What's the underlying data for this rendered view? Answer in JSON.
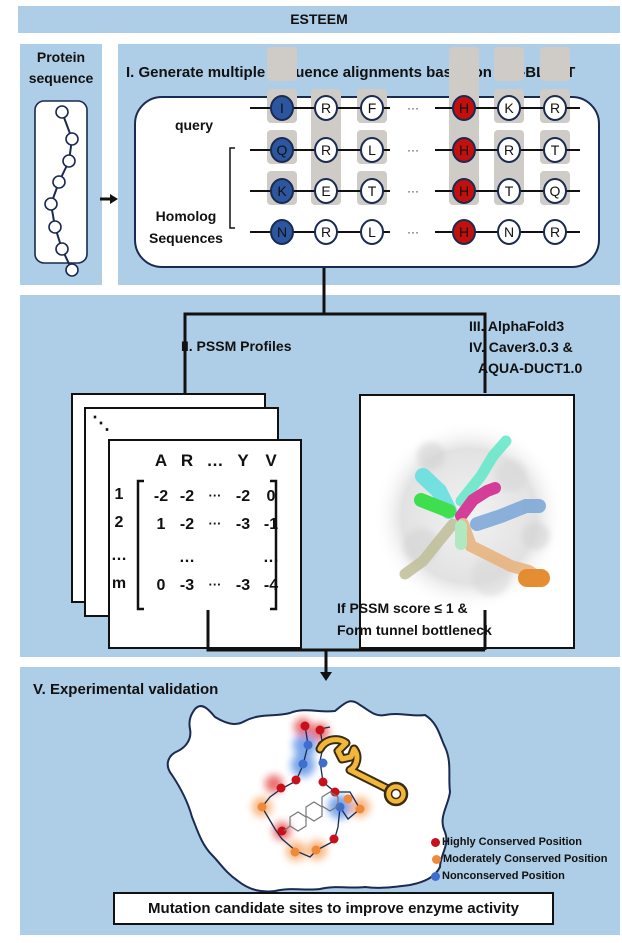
{
  "header": {
    "title": "ESTEEM"
  },
  "protein_panel": {
    "title_line1": "Protein",
    "title_line2": "sequence",
    "chain_icon": "protein-chain-icon"
  },
  "step1": {
    "title": "I. Generate multiple sequence alignments based on PSI-BLAST",
    "query_label": "query",
    "homolog_label_line1": "Homolog",
    "homolog_label_line2": "Sequences",
    "ellipsis": "···",
    "rows": [
      [
        "I",
        "R",
        "F",
        "H",
        "K",
        "R"
      ],
      [
        "Q",
        "R",
        "L",
        "H",
        "R",
        "T"
      ],
      [
        "K",
        "E",
        "T",
        "H",
        "T",
        "Q"
      ],
      [
        "N",
        "R",
        "L",
        "H",
        "N",
        "R"
      ]
    ],
    "column_styles": [
      "blue",
      "white",
      "white",
      "red",
      "white",
      "white"
    ],
    "colors": {
      "blue": "#2d56a0",
      "red": "#c40f0f",
      "white": "#ffffff",
      "shade": "#cfcbc6"
    }
  },
  "step2": {
    "title": "II. PSSM Profiles",
    "stack_dots": "⋱",
    "col_headers": [
      "A",
      "R",
      "…",
      "Y",
      "V"
    ],
    "row_headers": [
      "1",
      "2",
      "…",
      "m"
    ],
    "rows": [
      [
        "-2",
        "-2",
        "···",
        "-2",
        "0"
      ],
      [
        "1",
        "-2",
        "···",
        "-3",
        "-1"
      ],
      [
        "",
        "…",
        "",
        "",
        "…"
      ],
      [
        "0",
        "-3",
        "···",
        "-3",
        "-4"
      ]
    ]
  },
  "step34": {
    "line1": "III. AlphaFold3",
    "line2": "IV. Caver3.0.3 &",
    "line3": "AQUA-DUCT1.0",
    "tunnel_colors": [
      "#5fe0e0",
      "#62e8c8",
      "#22dd33",
      "#d0208a",
      "#7aa6d8",
      "#e8b27a",
      "#e07a10",
      "#bfbf99",
      "#a8e8b8"
    ]
  },
  "condition": {
    "line1": "If PSSM  score ≤ 1 &",
    "line2": "Form tunnel bottleneck"
  },
  "step5": {
    "title": "V. Experimental validation",
    "legend": [
      {
        "label": "Highly Conserved Position",
        "color": "#c8101a"
      },
      {
        "label": "Moderately Conserved Position",
        "color": "#f08a3a"
      },
      {
        "label": "Nonconserved Position",
        "color": "#3f6fce"
      }
    ],
    "result_box": "Mutation candidate sites to improve enzyme activity"
  }
}
